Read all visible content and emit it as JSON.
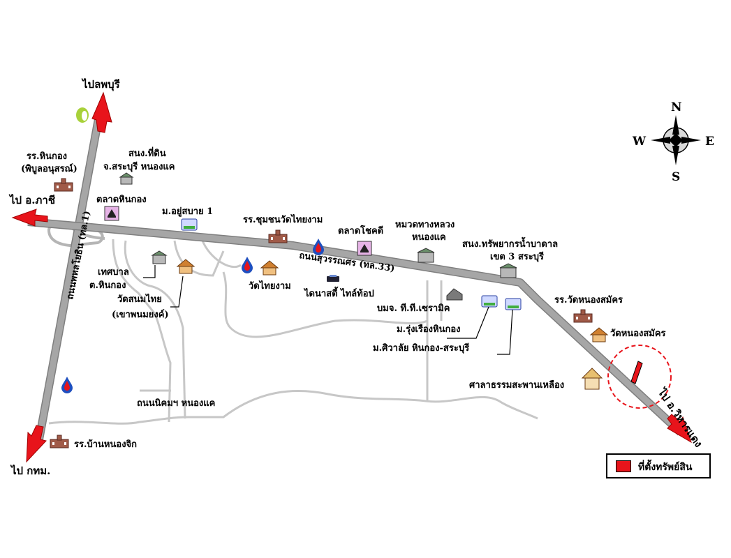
{
  "map": {
    "directions": {
      "lopburi": "ไปลพบุรี",
      "phachi": "ไป อ.ภาชี",
      "bangkok": "ไป กทม.",
      "wiharn_daeng": "ไป อ.วิหารแดง"
    },
    "roads": {
      "phahonyothin": "ถนนพหลโยธิน (ทล.1)",
      "suwannasorn": "ถนนสุวรรณศร (ทล.33)",
      "nikhom": "ถนนนิคมฯ หนองแค"
    },
    "places": {
      "rr_hinkong_1": "รร.หินกอง",
      "rr_hinkong_2": "(พิบูลอนุสรณ์)",
      "land_office_1": "สนง.ที่ดิน",
      "land_office_2": "จ.สระบุรี หนองแค",
      "talat_hinkong": "ตลาดหินกอง",
      "moo_yoo_sabai": "ม.อยู่สบาย 1",
      "rr_chumchon_wat_thaingam": "รร.ชุมชนวัดไทยงาม",
      "talat_chokdee": "ตลาดโชคดี",
      "highway_district_1": "หมวดทางหลวง",
      "highway_district_2": "หนองแค",
      "groundwater_1": "สนง.ทรัพยากรน้ำบาดาล",
      "groundwater_2": "เขต 3 สระบุรี",
      "thetsaban_1": "เทศบาล",
      "thetsaban_2": "ต.หินกอง",
      "wat_thaingam": "วัดไทยงาม",
      "wat_sanom_thai_1": "วัดสนมไทย",
      "wat_sanom_thai_2": "(เขาพนมยงค์)",
      "dynasty_tiles": "ไดนาสตี้ ไทล์ท้อป",
      "tt_ceramic": "บมจ. ที.ที.เซรามิค",
      "rungrueang": "ม.รุ่งเรืองหินกอง",
      "siwalai": "ม.ศิวาลัย หินกอง-สระบุรี",
      "rr_wat_nong_samakhon": "รร.วัดหนองสมัคร",
      "wat_nong_samakhon": "วัดหนองสมัคร",
      "sala_tham": "ศาลาธรรมสะพานเหลือง",
      "rr_ban_nong_chik": "รร.บ้านหนองจิก"
    },
    "compass": {
      "n": "N",
      "s": "S",
      "e": "E",
      "w": "W"
    },
    "legend": {
      "label": "ที่ตั้งทรัพย์สิน",
      "color": "#e8141b"
    },
    "colors": {
      "road": "#a6a6a6",
      "road_edge": "#7f7f7f",
      "minor_road": "#bfbfbf",
      "arrow": "#e8141b",
      "circle": "#e8141b"
    }
  }
}
